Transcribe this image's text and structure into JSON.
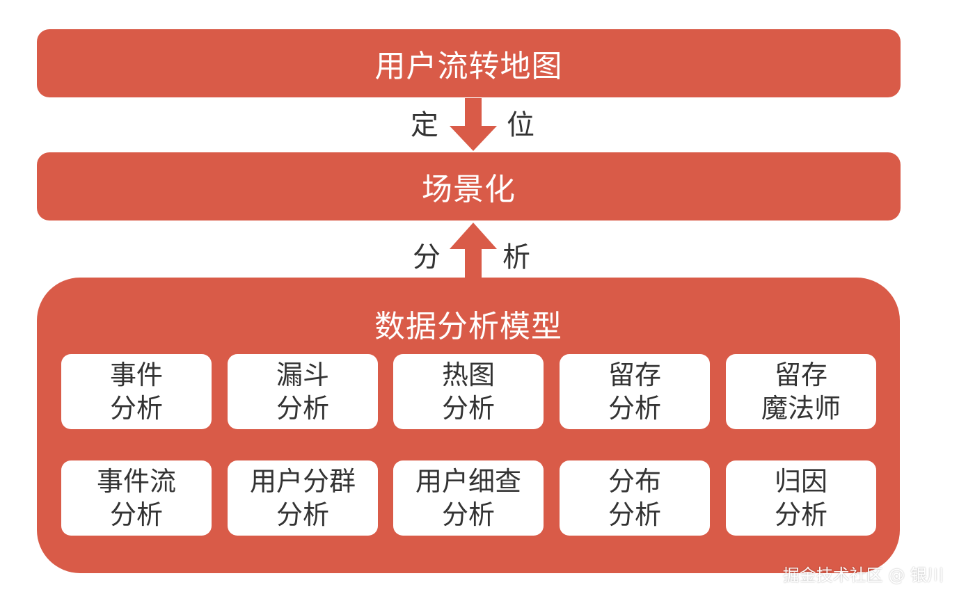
{
  "colors": {
    "block_fill": "#d95b48",
    "card_fill": "#ffffff",
    "label_text": "#333333",
    "block_text": "#ffffff"
  },
  "top_block": {
    "title": "用户流转地图"
  },
  "middle_block": {
    "title": "场景化"
  },
  "arrow_down": {
    "left_label": "定",
    "right_label": "位",
    "direction": "down"
  },
  "arrow_up": {
    "left_label": "分",
    "right_label": "析",
    "direction": "up"
  },
  "model_block": {
    "title": "数据分析模型",
    "cards": [
      {
        "line1": "事件",
        "line2": "分析"
      },
      {
        "line1": "漏斗",
        "line2": "分析"
      },
      {
        "line1": "热图",
        "line2": "分析"
      },
      {
        "line1": "留存",
        "line2": "分析"
      },
      {
        "line1": "留存",
        "line2": "魔法师"
      },
      {
        "line1": "事件流",
        "line2": "分析"
      },
      {
        "line1": "用户分群",
        "line2": "分析"
      },
      {
        "line1": "用户细查",
        "line2": "分析"
      },
      {
        "line1": "分布",
        "line2": "分析"
      },
      {
        "line1": "归因",
        "line2": "分析"
      }
    ]
  },
  "watermark": "掘金技术社区 @ 银川"
}
